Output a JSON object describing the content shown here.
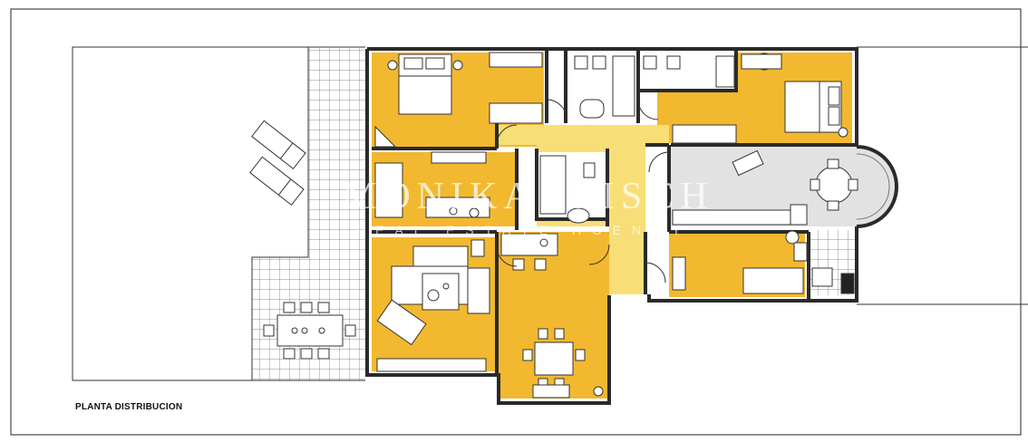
{
  "plan": {
    "caption": "PLANTA DISTRIBUCION",
    "watermark_title": "MONIKA IRISCH",
    "watermark_subtitle": "REAL ESTATE AGENCY",
    "colors": {
      "room_fill": "#F2B82F",
      "circulation_fill": "#F8DE76",
      "kitchen_fill": "#E2E2E2",
      "wall": "#2a2a2a",
      "tile_line": "#6a6a6a",
      "furniture_fill": "#ffffff"
    }
  }
}
